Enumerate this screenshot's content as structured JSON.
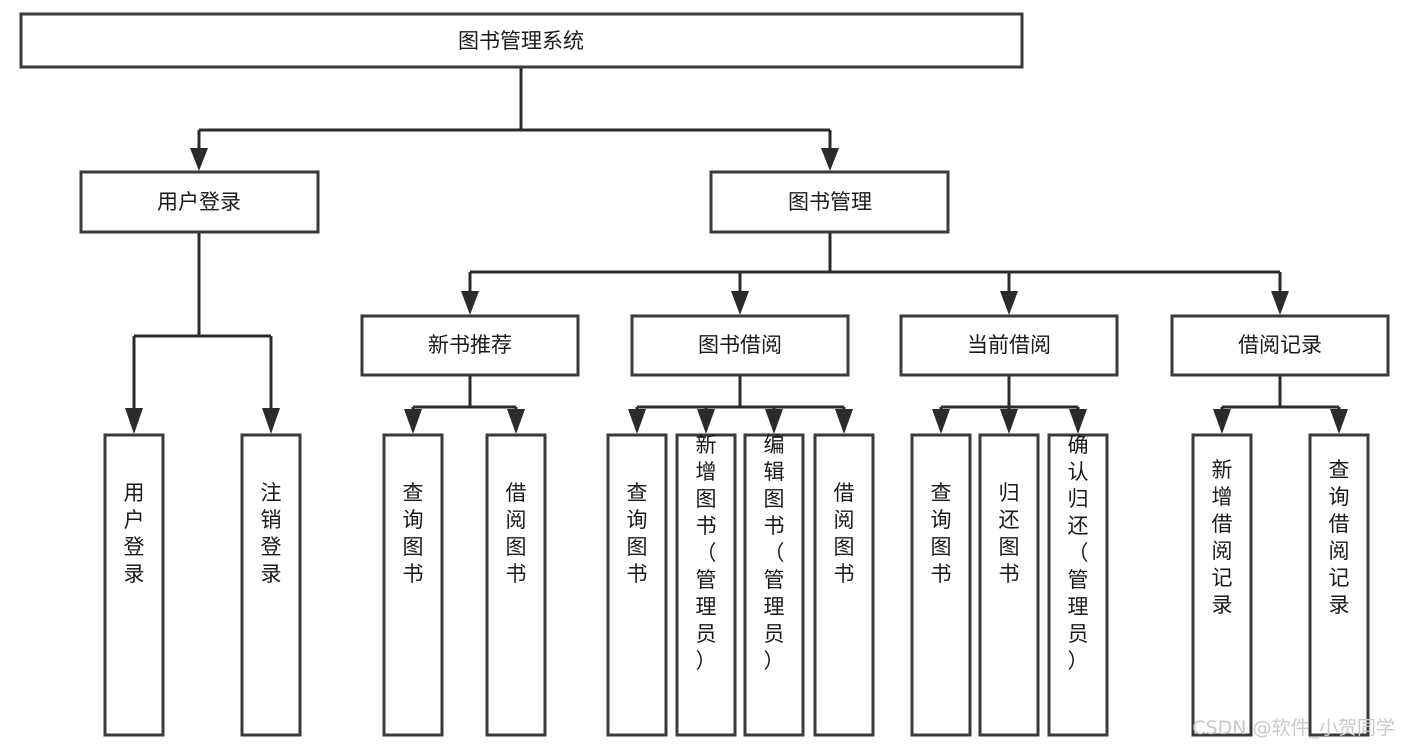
{
  "diagram": {
    "title": "图书管理系统",
    "type": "tree-hierarchy-chart",
    "orientation": "top-down",
    "colors": {
      "box_stroke": "#3a3a3a",
      "connector": "#2b2b2b",
      "background": "#ffffff",
      "text": "#1a1a1a",
      "watermark": "#c9c9c9"
    }
  },
  "root": {
    "label": "图书管理系统"
  },
  "level2": [
    {
      "label": "用户登录"
    },
    {
      "label": "图书管理"
    }
  ],
  "level3": [
    {
      "label": "新书推荐"
    },
    {
      "label": "图书借阅"
    },
    {
      "label": "当前借阅"
    },
    {
      "label": "借阅记录"
    }
  ],
  "leaves": {
    "user_login": [
      {
        "label": "用户登录"
      },
      {
        "label": "注销登录"
      }
    ],
    "new_book_recommend": [
      {
        "label": "查询图书"
      },
      {
        "label": "借阅图书"
      }
    ],
    "book_borrow": [
      {
        "label": "查询图书"
      },
      {
        "label": "新增图书（管理员）"
      },
      {
        "label": "编辑图书（管理员）"
      },
      {
        "label": "借阅图书"
      }
    ],
    "current_borrow": [
      {
        "label": "查询图书"
      },
      {
        "label": "归还图书"
      },
      {
        "label": "确认归还（管理员）"
      }
    ],
    "borrow_records": [
      {
        "label": "新增借阅记录"
      },
      {
        "label": "查询借阅记录"
      }
    ]
  },
  "watermark": {
    "text": "CSDN @软件_小贺同学"
  },
  "chart_data": {
    "type": "tree",
    "title": "图书管理系统",
    "nodes": [
      {
        "id": "root",
        "label": "图书管理系统",
        "level": 0,
        "parent": null
      },
      {
        "id": "n_user_login",
        "label": "用户登录",
        "level": 1,
        "parent": "root"
      },
      {
        "id": "n_book_mgmt",
        "label": "图书管理",
        "level": 1,
        "parent": "root"
      },
      {
        "id": "n_user_login_do",
        "label": "用户登录",
        "level": 2,
        "parent": "n_user_login"
      },
      {
        "id": "n_user_logout",
        "label": "注销登录",
        "level": 2,
        "parent": "n_user_login"
      },
      {
        "id": "n_new_book",
        "label": "新书推荐",
        "level": 2,
        "parent": "n_book_mgmt"
      },
      {
        "id": "n_book_borrow",
        "label": "图书借阅",
        "level": 2,
        "parent": "n_book_mgmt"
      },
      {
        "id": "n_current_borrow",
        "label": "当前借阅",
        "level": 2,
        "parent": "n_book_mgmt"
      },
      {
        "id": "n_borrow_record",
        "label": "借阅记录",
        "level": 2,
        "parent": "n_book_mgmt"
      },
      {
        "id": "n_nb_query",
        "label": "查询图书",
        "level": 3,
        "parent": "n_new_book"
      },
      {
        "id": "n_nb_borrow",
        "label": "借阅图书",
        "level": 3,
        "parent": "n_new_book"
      },
      {
        "id": "n_bb_query",
        "label": "查询图书",
        "level": 3,
        "parent": "n_book_borrow"
      },
      {
        "id": "n_bb_add",
        "label": "新增图书（管理员）",
        "level": 3,
        "parent": "n_book_borrow"
      },
      {
        "id": "n_bb_edit",
        "label": "编辑图书（管理员）",
        "level": 3,
        "parent": "n_book_borrow"
      },
      {
        "id": "n_bb_borrow",
        "label": "借阅图书",
        "level": 3,
        "parent": "n_book_borrow"
      },
      {
        "id": "n_cb_query",
        "label": "查询图书",
        "level": 3,
        "parent": "n_current_borrow"
      },
      {
        "id": "n_cb_return",
        "label": "归还图书",
        "level": 3,
        "parent": "n_current_borrow"
      },
      {
        "id": "n_cb_confirm",
        "label": "确认归还（管理员）",
        "level": 3,
        "parent": "n_current_borrow"
      },
      {
        "id": "n_br_add",
        "label": "新增借阅记录",
        "level": 3,
        "parent": "n_borrow_record"
      },
      {
        "id": "n_br_query",
        "label": "查询借阅记录",
        "level": 3,
        "parent": "n_borrow_record"
      }
    ],
    "levels": 4,
    "node_count": 20
  }
}
